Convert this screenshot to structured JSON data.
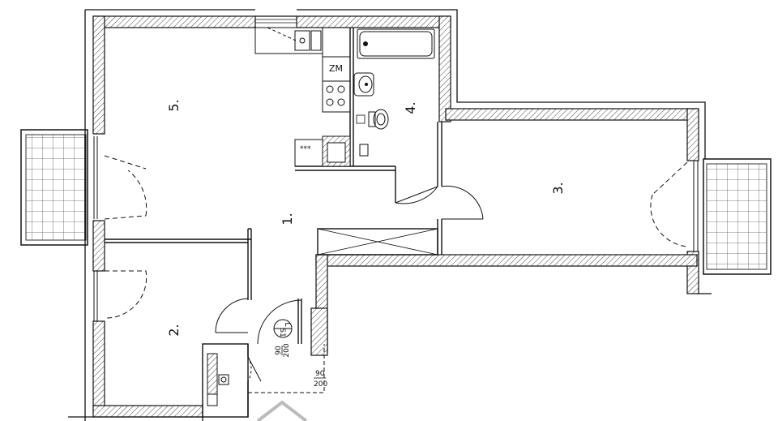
{
  "plan": {
    "rooms": [
      {
        "id": "room-1",
        "label": "1."
      },
      {
        "id": "room-2",
        "label": "2."
      },
      {
        "id": "room-3",
        "label": "3."
      },
      {
        "id": "room-4",
        "label": "4."
      },
      {
        "id": "room-5",
        "label": "5."
      }
    ],
    "kitchen_marker": "ZM",
    "stove_marker": "***",
    "dims": [
      {
        "id": "door-dim-entry",
        "top": "90",
        "bottom": "200"
      },
      {
        "id": "door-dim-closet",
        "top": "90",
        "bottom": "200"
      }
    ],
    "entry_symbol": {
      "top": "L",
      "bottom": "S1"
    }
  }
}
